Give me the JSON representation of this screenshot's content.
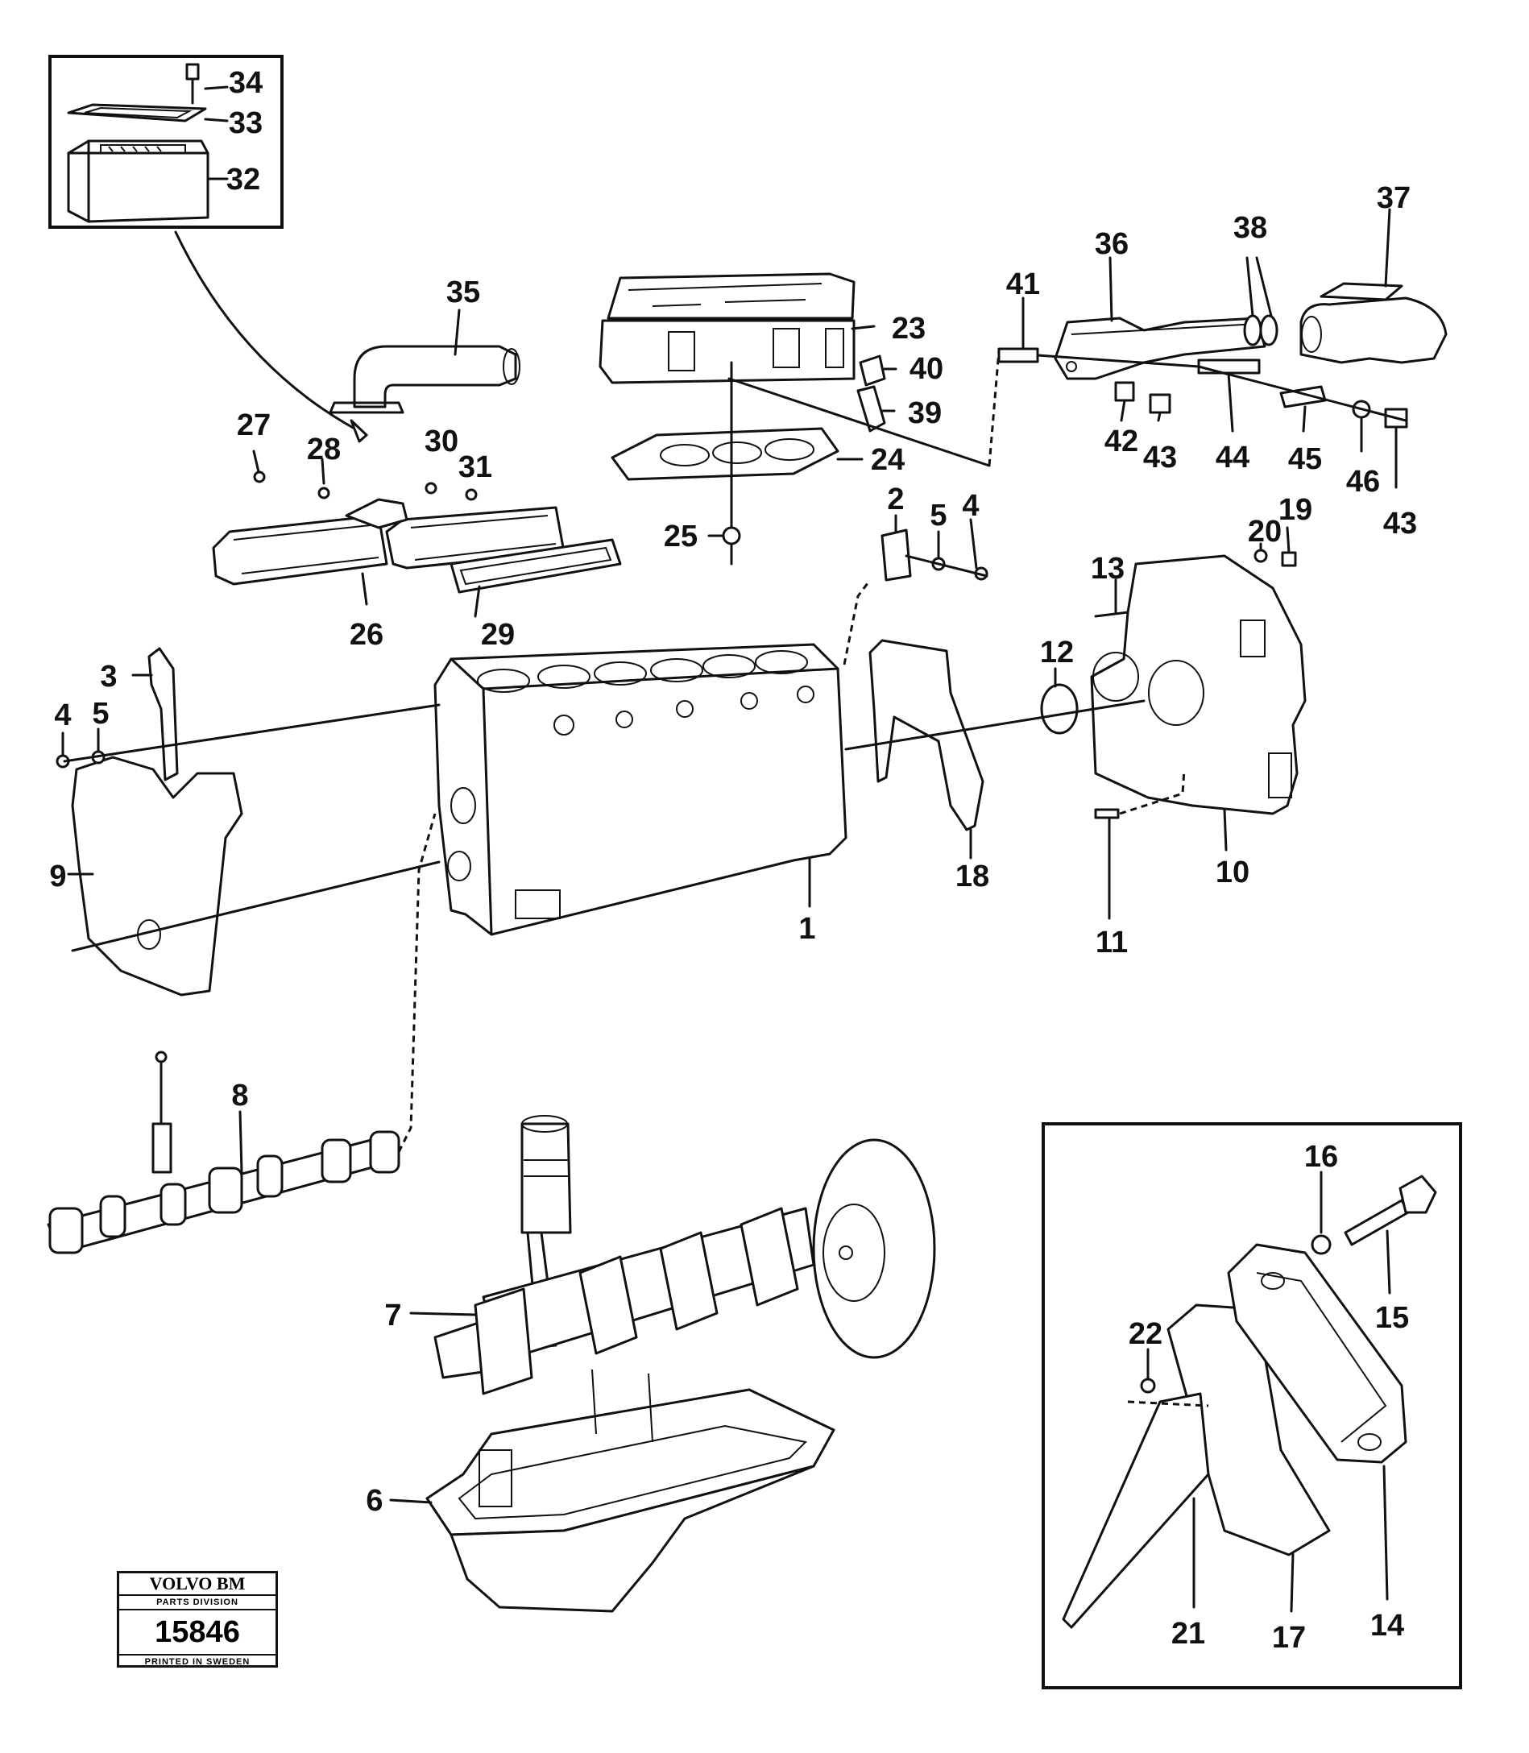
{
  "callouts": [
    "1",
    "2",
    "3",
    "4",
    "5",
    "6",
    "7",
    "8",
    "9",
    "10",
    "11",
    "12",
    "13",
    "14",
    "15",
    "16",
    "17",
    "18",
    "19",
    "20",
    "21",
    "22",
    "23",
    "24",
    "25",
    "26",
    "27",
    "28",
    "29",
    "30",
    "31",
    "32",
    "33",
    "34",
    "35",
    "36",
    "37",
    "38",
    "39",
    "40",
    "41",
    "42",
    "43",
    "44",
    "45",
    "46"
  ],
  "stamp": {
    "brand": "VOLVO BM",
    "division": "PARTS DIVISION",
    "number": "15846",
    "printed": "PRINTED IN SWEDEN"
  }
}
